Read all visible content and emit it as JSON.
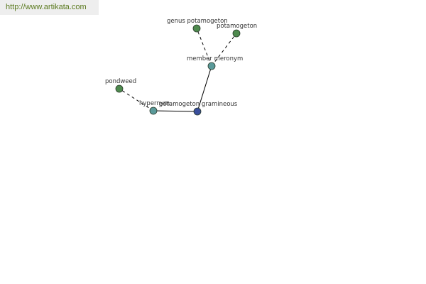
{
  "header": {
    "url": "http://www.artikata.com"
  },
  "colors": {
    "background": "#ffffff",
    "url_bar": "#eeeeee",
    "url_text": "#5b7a1f",
    "node_green": "#4e8a4e",
    "node_teal": "#5a9a9a",
    "node_blue": "#3a4e9c",
    "node_stroke": "#2b3b2b",
    "edge": "#000000"
  },
  "graph": {
    "nodes": [
      {
        "id": "potamogeton-gramineous",
        "label": "potamogeton gramineous",
        "kind": "word"
      },
      {
        "id": "hypernym",
        "label": "hypernym",
        "kind": "relation"
      },
      {
        "id": "pondweed",
        "label": "pondweed",
        "kind": "term"
      },
      {
        "id": "member-meronym",
        "label": "member meronym",
        "kind": "relation"
      },
      {
        "id": "genus-potamogeton",
        "label": "genus potamogeton",
        "kind": "term"
      },
      {
        "id": "potamogeton",
        "label": "potamogeton",
        "kind": "term"
      }
    ],
    "edges": [
      {
        "from": "potamogeton-gramineous",
        "to": "hypernym",
        "style": "solid"
      },
      {
        "from": "hypernym",
        "to": "pondweed",
        "style": "dashed"
      },
      {
        "from": "potamogeton-gramineous",
        "to": "member-meronym",
        "style": "solid"
      },
      {
        "from": "member-meronym",
        "to": "genus-potamogeton",
        "style": "dashed"
      },
      {
        "from": "member-meronym",
        "to": "potamogeton",
        "style": "dashed"
      }
    ]
  }
}
